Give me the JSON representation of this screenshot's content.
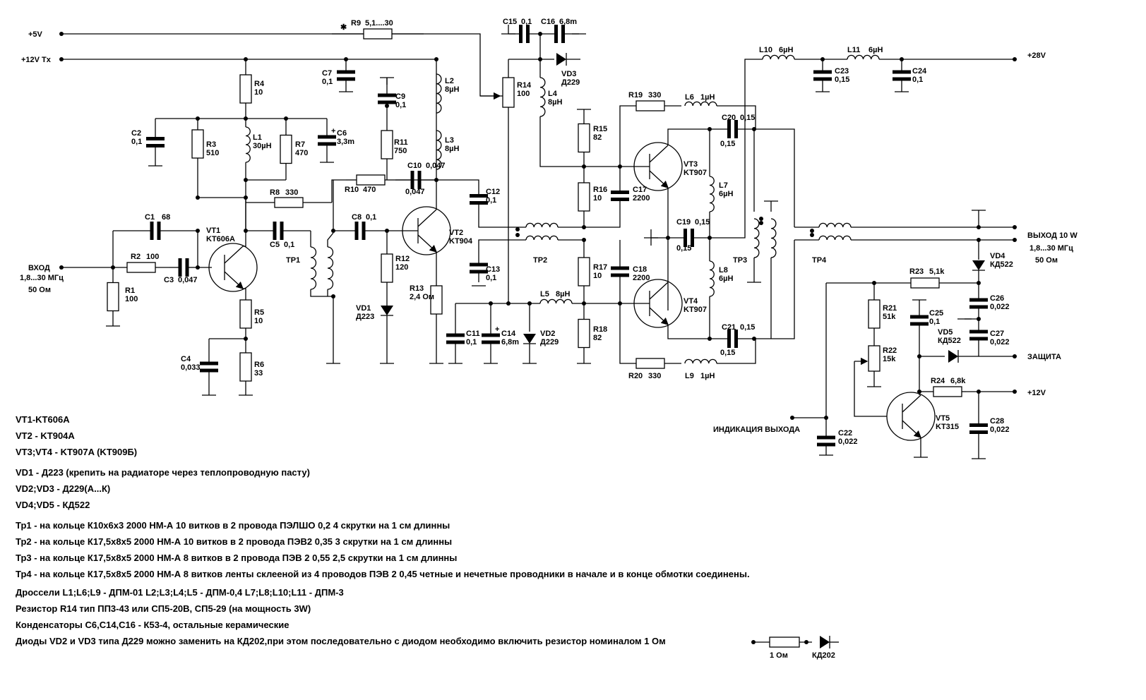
{
  "rails": {
    "v5": "+5V",
    "v12tx": "+12V Tx",
    "v28": "+28V",
    "v12": "+12V"
  },
  "ports": {
    "input_name": "ВХОД",
    "input_freq": "1,8...30 МГц",
    "input_imp": "50 Ом",
    "output_name": "ВЫХОД 10 W",
    "output_freq": "1,8...30 МГц",
    "output_imp": "50 Ом",
    "protection": "ЗАЩИТА",
    "indication": "ИНДИКАЦИЯ ВЫХОДА"
  },
  "components": {
    "R1": [
      "R1",
      "100"
    ],
    "R2": [
      "R2",
      "100"
    ],
    "R3": [
      "R3",
      "510"
    ],
    "R4": [
      "R4",
      "10"
    ],
    "R5": [
      "R5",
      "10"
    ],
    "R6": [
      "R6",
      "33"
    ],
    "R7": [
      "R7",
      "470"
    ],
    "R8": [
      "R8",
      "330"
    ],
    "R9": [
      "R9",
      "5,1....30"
    ],
    "R10": [
      "R10",
      "470"
    ],
    "R11": [
      "R11",
      "750"
    ],
    "R12": [
      "R12",
      "120"
    ],
    "R13": [
      "R13",
      "2,4 Ом"
    ],
    "R14": [
      "R14",
      "100"
    ],
    "R15": [
      "R15",
      "82"
    ],
    "R16": [
      "R16",
      "10"
    ],
    "R17": [
      "R17",
      "10"
    ],
    "R18": [
      "R18",
      "82"
    ],
    "R19": [
      "R19",
      "330"
    ],
    "R20": [
      "R20",
      "330"
    ],
    "R21": [
      "R21",
      "51k"
    ],
    "R22": [
      "R22",
      "15k"
    ],
    "R23": [
      "R23",
      "5,1k"
    ],
    "R24": [
      "R24",
      "6,8k"
    ],
    "C1": [
      "C1",
      "68"
    ],
    "C2": [
      "C2",
      "0,1"
    ],
    "C3": [
      "C3",
      "0,047"
    ],
    "C4": [
      "C4",
      "0,033"
    ],
    "C5": [
      "C5",
      "0,1"
    ],
    "C6": [
      "C6",
      "3,3m"
    ],
    "C7": [
      "C7",
      "0,1"
    ],
    "C8": [
      "C8",
      "0,1"
    ],
    "C9": [
      "C9",
      "0,1"
    ],
    "C10": [
      "C10",
      "0,047"
    ],
    "C11": [
      "C11",
      "0,1"
    ],
    "C12": [
      "C12",
      "0,1"
    ],
    "C13": [
      "C13",
      "0,1"
    ],
    "C14": [
      "C14",
      "6,8m"
    ],
    "C15": [
      "C15",
      "0,1"
    ],
    "C16": [
      "C16",
      "6,8m"
    ],
    "C17": [
      "C17",
      "2200"
    ],
    "C18": [
      "C18",
      "2200"
    ],
    "C19": [
      "C19",
      "0,15"
    ],
    "C20": [
      "C20",
      "0,15"
    ],
    "C21": [
      "C21",
      "0,15"
    ],
    "C22": [
      "C22",
      "0,022"
    ],
    "C23": [
      "C23",
      "0,15"
    ],
    "C24": [
      "C24",
      "0,1"
    ],
    "C25": [
      "C25",
      "0,1"
    ],
    "C26": [
      "C26",
      "0,022"
    ],
    "C27": [
      "C27",
      "0,022"
    ],
    "C28": [
      "C28",
      "0,022"
    ],
    "L1": [
      "L1",
      "30µH"
    ],
    "L2": [
      "L2",
      "8µH"
    ],
    "L3": [
      "L3",
      "8µH"
    ],
    "L4": [
      "L4",
      "8µH"
    ],
    "L5": [
      "L5",
      "8µH"
    ],
    "L6": [
      "L6",
      "1µH"
    ],
    "L7": [
      "L7",
      "6µH"
    ],
    "L8": [
      "L8",
      "6µH"
    ],
    "L9": [
      "L9",
      "1µH"
    ],
    "L10": [
      "L10",
      "6µH"
    ],
    "L11": [
      "L11",
      "6µH"
    ],
    "VT1": [
      "VT1",
      "KT606A"
    ],
    "VT2": [
      "VT2",
      "KT904"
    ],
    "VT3": [
      "VT3",
      "KT907"
    ],
    "VT4": [
      "VT4",
      "KT907"
    ],
    "VT5": [
      "VT5",
      "KT315"
    ],
    "VD1": [
      "VD1",
      "Д223"
    ],
    "VD2": [
      "VD2",
      "Д229"
    ],
    "VD3": [
      "VD3",
      "Д229"
    ],
    "VD4": [
      "VD4",
      "КД522"
    ],
    "VD5": [
      "VD5",
      "КД522"
    ],
    "TP1": "TP1",
    "TP2": "TP2",
    "TP3": "TP3",
    "TP4": "TP4"
  },
  "notes": [
    "VT1-KT606A",
    "VT2 - KT904A",
    "VT3;VT4 - KT907A  (KT909Б)",
    "VD1 - Д223   (крепить на радиаторе через теплопроводную пасту)",
    "VD2;VD3 - Д229(А...К)",
    "VD4;VD5 - КД522",
    "Тр1 - на кольце К10х6х3  2000 НМ-А  10 витков в 2 провода   ПЭЛШО  0,2   4 скрутки на 1 см длинны",
    "Тр2 - на кольце К17,5х8х5  2000 НМ-А 10 витков в 2 провода ПЭВ2  0,35    3 скрутки на 1 см длинны",
    "Тр3 - на кольце К17,5х8х5  2000 НМ-А  8 витков в 2 провода ПЭВ 2  0,55   2,5 скрутки на 1 см длинны",
    "Тр4 - на кольце К17,5х8х5  2000 НМ-А  8 витков ленты склееной из 4 проводов ПЭВ 2  0,45   четные и нечетные проводники в начале и в конце обмотки соединены.",
    "Дроссели L1;L6;L9  - ДПМ-01   L2;L3;L4;L5 - ДПМ-0,4   L7;L8;L10;L11 - ДПМ-3",
    "Резистор R14 тип ПП3-43 или СП5-20В, СП5-29 (на мощность 3W)",
    "Конденсаторы С6,С14,С16 - К53-4, остальные керамические",
    "Диоды VD2 и VD3 типа Д229 можно заменить на КД202,при этом последовательно с диодом необходимо включить резистор номиналом 1 Ом"
  ],
  "legend": {
    "resistor": "1 Ом",
    "diode": "КД202"
  }
}
